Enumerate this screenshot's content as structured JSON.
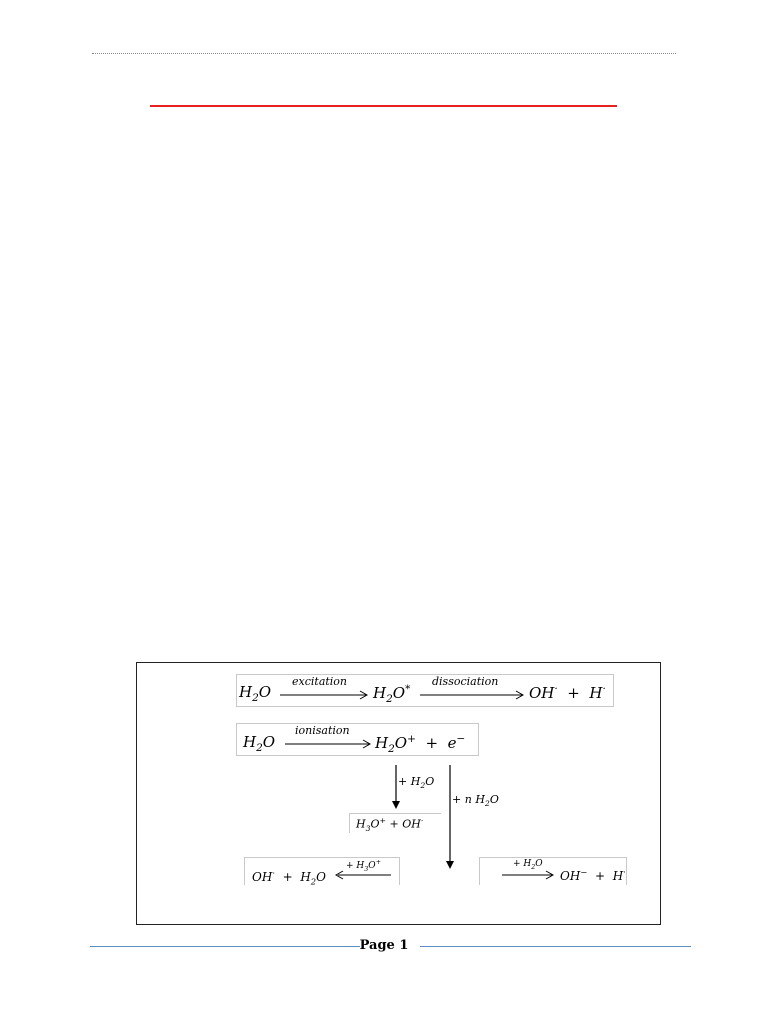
{
  "footer": {
    "page_label": "Page 1"
  },
  "figure": {
    "row1": {
      "reactant": "H",
      "reactant_sub": "2",
      "reactant_end": "O",
      "arrow1_label": "excitation",
      "intermediate": "H",
      "intermediate_sub": "2",
      "intermediate_end": "O",
      "intermediate_sup": "*",
      "arrow2_label": "dissociation",
      "product1": "OH",
      "product1_sup": "·",
      "plus": "+",
      "product2": "H",
      "product2_sup": "·"
    },
    "row2": {
      "reactant": "H",
      "reactant_sub": "2",
      "reactant_end": "O",
      "arrow_label": "ionisation",
      "product": "H",
      "product_sub": "2",
      "product_end": "O",
      "product_sup": "+",
      "plus": "+",
      "electron": "e",
      "electron_sup": "−"
    },
    "branch_left": {
      "arrow_label_plus": "+",
      "arrow_label": "H",
      "arrow_label_sub": "2",
      "arrow_label_end": "O",
      "result": "H",
      "result_sub": "3",
      "result_end": "O",
      "result_sup": "+",
      "result_plus": "+",
      "result_second": "OH",
      "result_second_sup": "·"
    },
    "branch_right": {
      "arrow_label_plus": "+",
      "arrow_label_n": "n",
      "arrow_label": "H",
      "arrow_label_sub": "2",
      "arrow_label_end": "O"
    },
    "bottom_left": {
      "a": "OH",
      "a_sup": "·",
      "plus": "+",
      "b": "H",
      "b_sub": "2",
      "b_end": "O",
      "arrow_label_plus": "+",
      "arrow_label": "H",
      "arrow_label_sub": "3",
      "arrow_label_end": "O",
      "arrow_label_sup": "+"
    },
    "bottom_right": {
      "arrow_label_plus": "+",
      "arrow_label": "H",
      "arrow_label_sub": "2",
      "arrow_label_end": "O",
      "a": "OH",
      "a_sup": "−",
      "plus": "+",
      "b": "H",
      "b_sup": "·"
    }
  }
}
